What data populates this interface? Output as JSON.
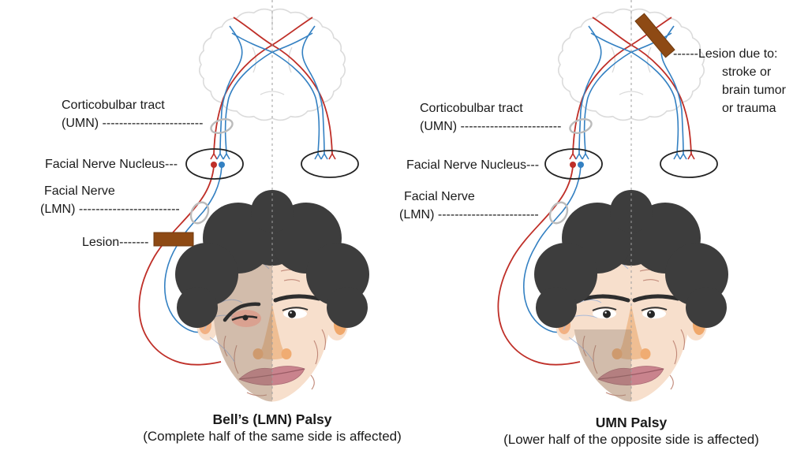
{
  "colors": {
    "tract_red": "#BF2F28",
    "tract_blue": "#3380C2",
    "brain_outline": "#DBDBDB",
    "lesion_brown": "#8E4A14",
    "hair": "#3D3D3D",
    "skin": "#F7DFCC",
    "affected_shade": "#8A7767",
    "label_text": "#1A1A1A",
    "midline_gray": "#9E9E9E"
  },
  "left_panel": {
    "labels": {
      "corticobulbar_line1": "Corticobulbar tract",
      "corticobulbar_line2": "(UMN) ------------------------",
      "nucleus": "Facial Nerve Nucleus---",
      "facial_nerve_line1": "Facial Nerve",
      "facial_nerve_line2": "(LMN) ------------------------",
      "lesion": "Lesion-------"
    },
    "caption_title": "Bell’s (LMN) Palsy",
    "caption_subtitle": "(Complete half of the same side is affected)"
  },
  "right_panel": {
    "labels": {
      "corticobulbar_line1": "Corticobulbar tract",
      "corticobulbar_line2": "(UMN) ------------------------",
      "nucleus": "Facial Nerve Nucleus---",
      "facial_nerve_line1": "Facial Nerve",
      "facial_nerve_line2": "(LMN) ------------------------",
      "lesion_note_line1": "------Lesion due to:",
      "lesion_note_line2": "stroke or",
      "lesion_note_line3": "brain tumor",
      "lesion_note_line4": "or trauma"
    },
    "caption_title": "UMN Palsy",
    "caption_subtitle": "(Lower half of the opposite side is affected)"
  }
}
